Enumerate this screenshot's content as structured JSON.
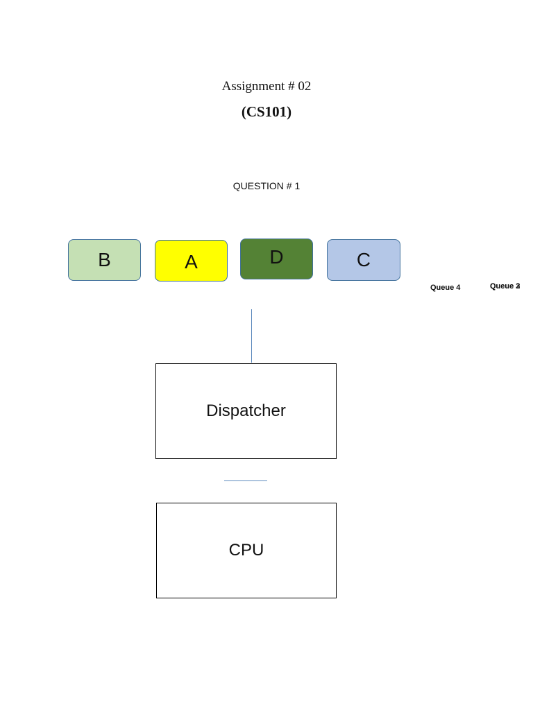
{
  "header": {
    "title": "Assignment # 02",
    "course": "(CS101)"
  },
  "question": "QUESTION # 1",
  "queue_boxes": [
    {
      "label": "B",
      "color": "#c5e0b4"
    },
    {
      "label": "A",
      "color": "#ffff00"
    },
    {
      "label": "D",
      "color": "#548235"
    },
    {
      "label": "C",
      "color": "#b4c7e7"
    }
  ],
  "queue_labels": {
    "queue4": "Queue 4",
    "queue3": "Queue 3",
    "queue2": "Queue 2"
  },
  "dispatcher": "Dispatcher",
  "cpu": "CPU"
}
